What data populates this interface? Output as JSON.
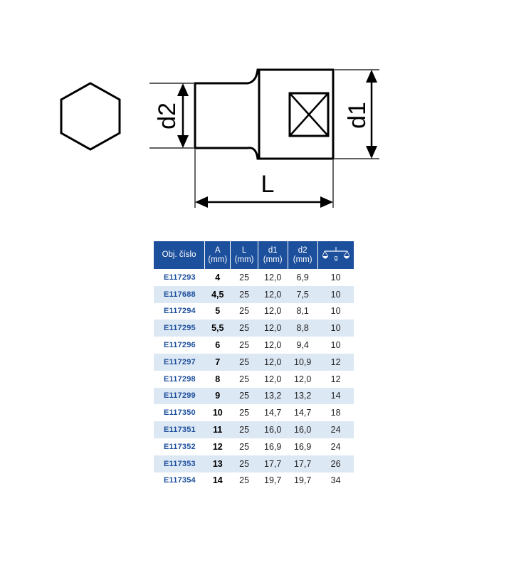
{
  "drawing": {
    "label_d1": "d1",
    "label_d2": "d2",
    "label_L": "L"
  },
  "table": {
    "headers": {
      "code": "Obj. číslo",
      "a": "A",
      "a_unit": "(mm)",
      "l": "L",
      "l_unit": "(mm)",
      "d1": "d1",
      "d1_unit": "(mm)",
      "d2": "d2",
      "d2_unit": "(mm)",
      "weight_icon": "scale-icon",
      "weight_unit": "g"
    },
    "rows": [
      [
        "E117293",
        "4",
        "25",
        "12,0",
        "6,9",
        "10"
      ],
      [
        "E117688",
        "4,5",
        "25",
        "12,0",
        "7,5",
        "10"
      ],
      [
        "E117294",
        "5",
        "25",
        "12,0",
        "8,1",
        "10"
      ],
      [
        "E117295",
        "5,5",
        "25",
        "12,0",
        "8,8",
        "10"
      ],
      [
        "E117296",
        "6",
        "25",
        "12,0",
        "9,4",
        "10"
      ],
      [
        "E117297",
        "7",
        "25",
        "12,0",
        "10,9",
        "12"
      ],
      [
        "E117298",
        "8",
        "25",
        "12,0",
        "12,0",
        "12"
      ],
      [
        "E117299",
        "9",
        "25",
        "13,2",
        "13,2",
        "14"
      ],
      [
        "E117350",
        "10",
        "25",
        "14,7",
        "14,7",
        "18"
      ],
      [
        "E117351",
        "11",
        "25",
        "16,0",
        "16,0",
        "24"
      ],
      [
        "E117352",
        "12",
        "25",
        "16,9",
        "16,9",
        "24"
      ],
      [
        "E117353",
        "13",
        "25",
        "17,7",
        "17,7",
        "26"
      ],
      [
        "E117354",
        "14",
        "25",
        "19,7",
        "19,7",
        "34"
      ]
    ]
  },
  "colors": {
    "header_bg": "#1c4f9c",
    "row_alt_bg": "#dde8f5",
    "code_text": "#1c4f9c"
  }
}
